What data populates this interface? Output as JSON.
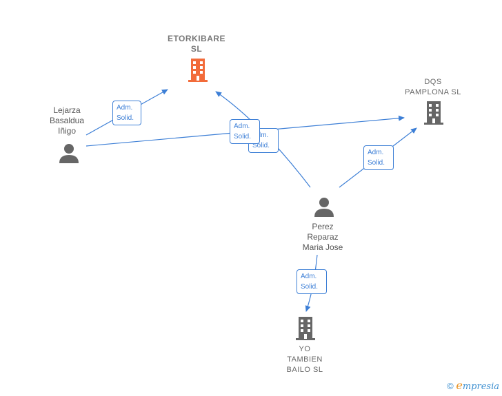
{
  "nodes": {
    "etorkibare": {
      "name": "ETORKIBARE\nSL",
      "type": "company",
      "color": "#f26b3a",
      "main": true
    },
    "dqs": {
      "name": "DQS\nPAMPLONA  SL",
      "type": "company",
      "color": "#666666"
    },
    "lejarza": {
      "name": "Lejarza\nBasaldua\nIñigo",
      "type": "person",
      "color": "#666666"
    },
    "perez": {
      "name": "Perez\nReparaz\nMaria Jose",
      "type": "person",
      "color": "#666666"
    },
    "yo": {
      "name": "YO\nTAMBIEN\nBAILO  SL",
      "type": "company",
      "color": "#666666"
    }
  },
  "relations": [
    {
      "from": "lejarza",
      "to": "etorkibare",
      "label": "Adm.\nSolid."
    },
    {
      "from": "lejarza",
      "to": "dqs",
      "label": "Adm.\nSolid."
    },
    {
      "from": "perez",
      "to": "etorkibare",
      "label": "Adm.\nSolid."
    },
    {
      "from": "perez",
      "to": "dqs",
      "label": "Adm.\nSolid."
    },
    {
      "from": "perez",
      "to": "yo",
      "label": "Adm.\nSolid."
    }
  ],
  "colors": {
    "edge": "#3d7fd6",
    "accent": "#f26b3a",
    "neutral": "#666666"
  },
  "footer": {
    "copyright": "©",
    "brand_first": "e",
    "brand_rest": "mpresia"
  }
}
